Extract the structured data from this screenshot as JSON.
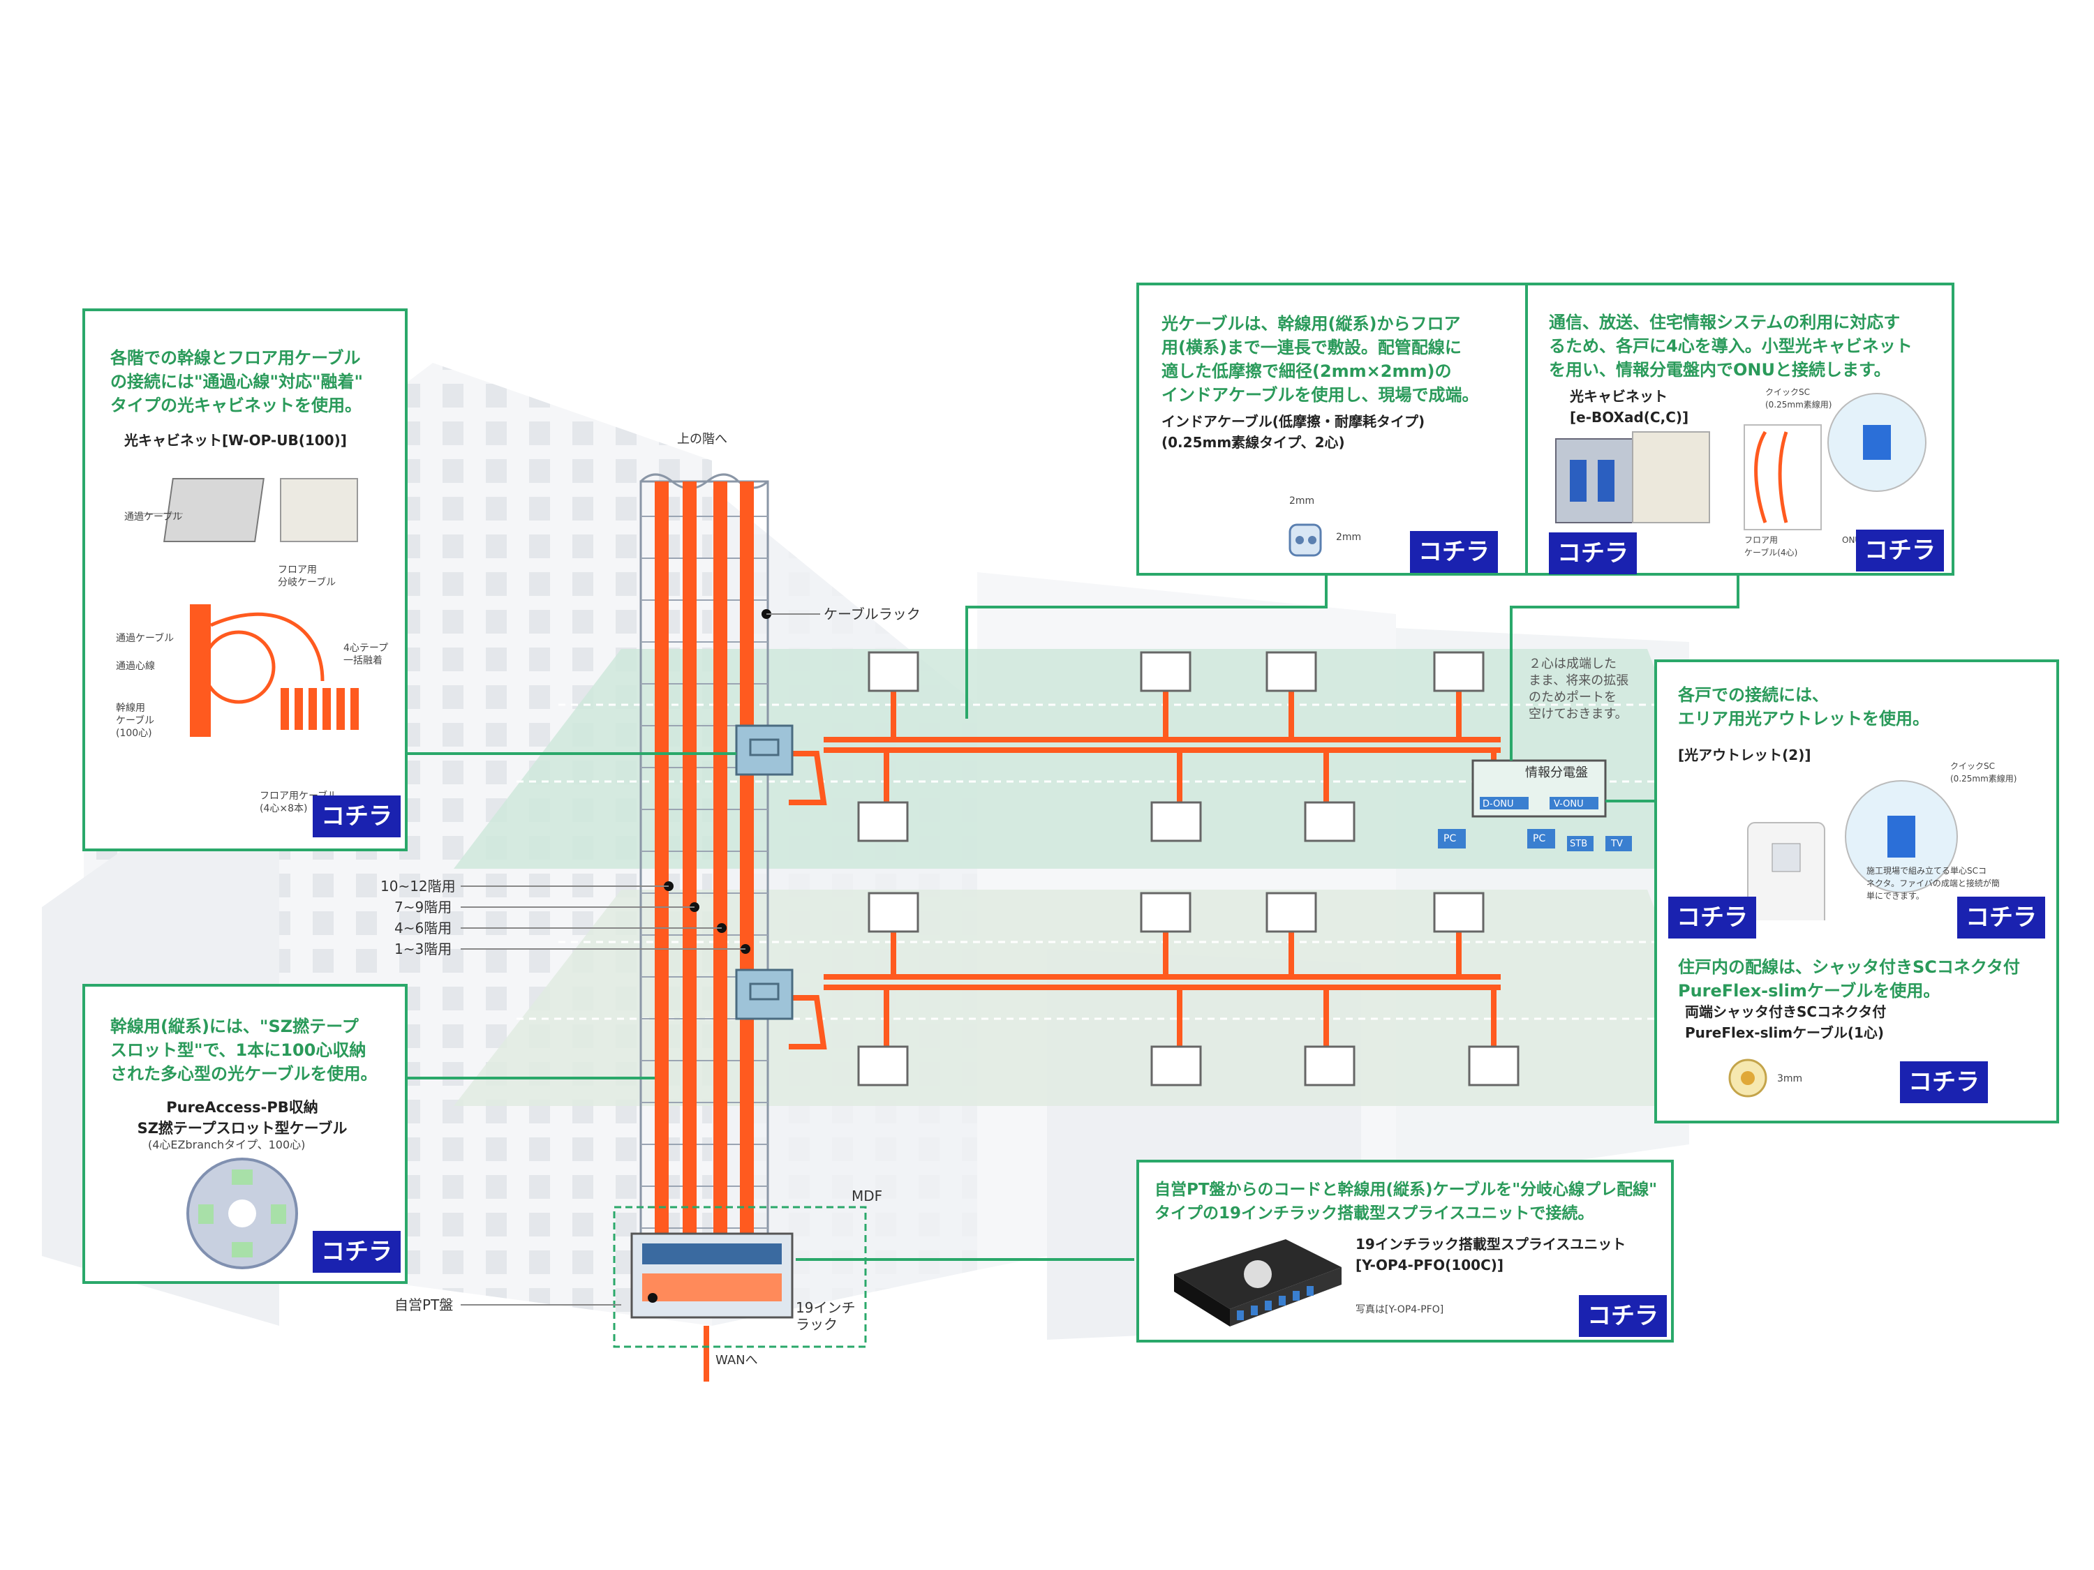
{
  "diagram": {
    "colors": {
      "fiber": "#ff5a1f",
      "accent": "#2aa86a",
      "button": "#1a22b0",
      "floor_top": "#cfe7dc",
      "floor_bottom": "#e4ede8"
    },
    "labels": {
      "upstairs": "上の階へ",
      "cable_rack": "ケーブルラック",
      "floor_10_12": "10~12階用",
      "floor_7_9": "7~9階用",
      "floor_4_6": "4~6階用",
      "floor_1_3": "1~3階用",
      "mdf": "MDF",
      "pt": "自営PT盤",
      "rack19": "19インチ\nラック",
      "wan": "WANへ",
      "info_panel": "情報分電盤",
      "d_onu": "D-ONU",
      "v_onu": "V-ONU",
      "pc1": "PC",
      "pc2": "PC",
      "stb": "STB",
      "tv": "TV",
      "reserve_note": "２心は成端した\nまま、将来の拡張\nのためポートを\n空けておきます。"
    }
  },
  "box_left_top": {
    "heading": "各階での幹線とフロア用ケーブル\nの接続には\"通過心線\"対応\"融着\"\nタイプの光キャビネットを使用。",
    "product": "光キャビネット[W-OP-UB(100)]",
    "note_pass_cable": "通過ケーブル",
    "note_floor_branch": "フロア用\n分岐ケーブル",
    "note_pass_cable2": "通過ケーブル",
    "note_pass_core": "通過心線",
    "note_tape": "4心テープ\n一括融着",
    "note_trunk": "幹線用\nケーブル\n(100心)",
    "note_floor": "フロア用ケーブル\n(4心×8本)",
    "button": "コチラ"
  },
  "box_left_bottom": {
    "heading": "幹線用(縦系)には、\"SZ撚テープ\nスロット型\"で、1本に100心収納\nされた多心型の光ケーブルを使用。",
    "product": "PureAccess-PB収納\nSZ撚テープスロット型ケーブル",
    "sub": "(4心EZbranchタイプ、100心)",
    "button": "コチラ"
  },
  "box_top_mid": {
    "heading": "光ケーブルは、幹線用(縦系)からフロア\n用(横系)まで一連長で敷設。配管配線に\n適した低摩擦で細径(2mm×2mm)の\nインドアケーブルを使用し、現場で成端。",
    "product": "インドアケーブル(低摩擦・耐摩耗タイプ)\n(0.25mm素線タイプ、2心)",
    "dim1": "2mm",
    "dim2": "2mm",
    "button": "コチラ"
  },
  "box_top_right": {
    "heading": "通信、放送、住宅情報システムの利用に対応す\nるため、各戸に4心を導入。小型光キャビネット\nを用い、情報分電盤内でONUと接続します。",
    "product": "光キャビネット\n[e-BOXad(C,C)]",
    "quick_sc": "クイックSC\n(0.25mm素線用)",
    "floor_cable": "フロア用\nケーブル(4心)",
    "onu_side": "ONU側",
    "button1": "コチラ",
    "button2": "コチラ"
  },
  "box_right": {
    "heading": "各戸での接続には、\nエリア用光アウトレットを使用。",
    "product": "[光アウトレット(2)]",
    "quick_sc": "クイックSC\n(0.25mm素線用)",
    "note": "施工現場で組み立てる単心SCコ\nネクタ。ファイバの成端と接続が簡\n単にできます。",
    "button1": "コチラ",
    "button2": "コチラ",
    "heading2": "住戸内の配線は、シャッタ付きSCコネクタ付\nPureFlex-slimケーブルを使用。",
    "product2": "両端シャッタ付きSCコネクタ付\nPureFlex-slimケーブル(1心)",
    "dim": "3mm",
    "button3": "コチラ"
  },
  "box_bottom": {
    "heading": "自営PT盤からのコードと幹線用(縦系)ケーブルを\"分岐心線プレ配線\"\nタイプの19インチラック搭載型スプライスユニットで接続。",
    "product": "19インチラック搭載型スプライスユニット\n[Y-OP4-PFO(100C)]",
    "photo_note": "写真は[Y-OP4-PFO]",
    "button": "コチラ"
  }
}
